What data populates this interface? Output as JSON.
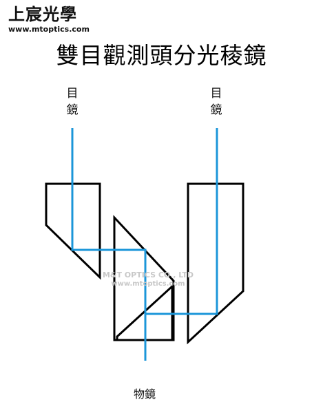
{
  "brand": {
    "name": "上宸光學",
    "url": "www.mtoptics.com"
  },
  "title": "雙目觀測頭分光稜鏡",
  "labels": {
    "eyepiece_left": [
      "目",
      "鏡"
    ],
    "eyepiece_right": [
      "目",
      "鏡"
    ],
    "objective": "物鏡"
  },
  "watermark": {
    "line1": "M&T OPTICS CO., LTD",
    "line2": "www.mtoptics.com"
  },
  "colors": {
    "beam": "#1b96d9",
    "prism_outline": "#000000",
    "watermark": "#c8c8c8"
  }
}
